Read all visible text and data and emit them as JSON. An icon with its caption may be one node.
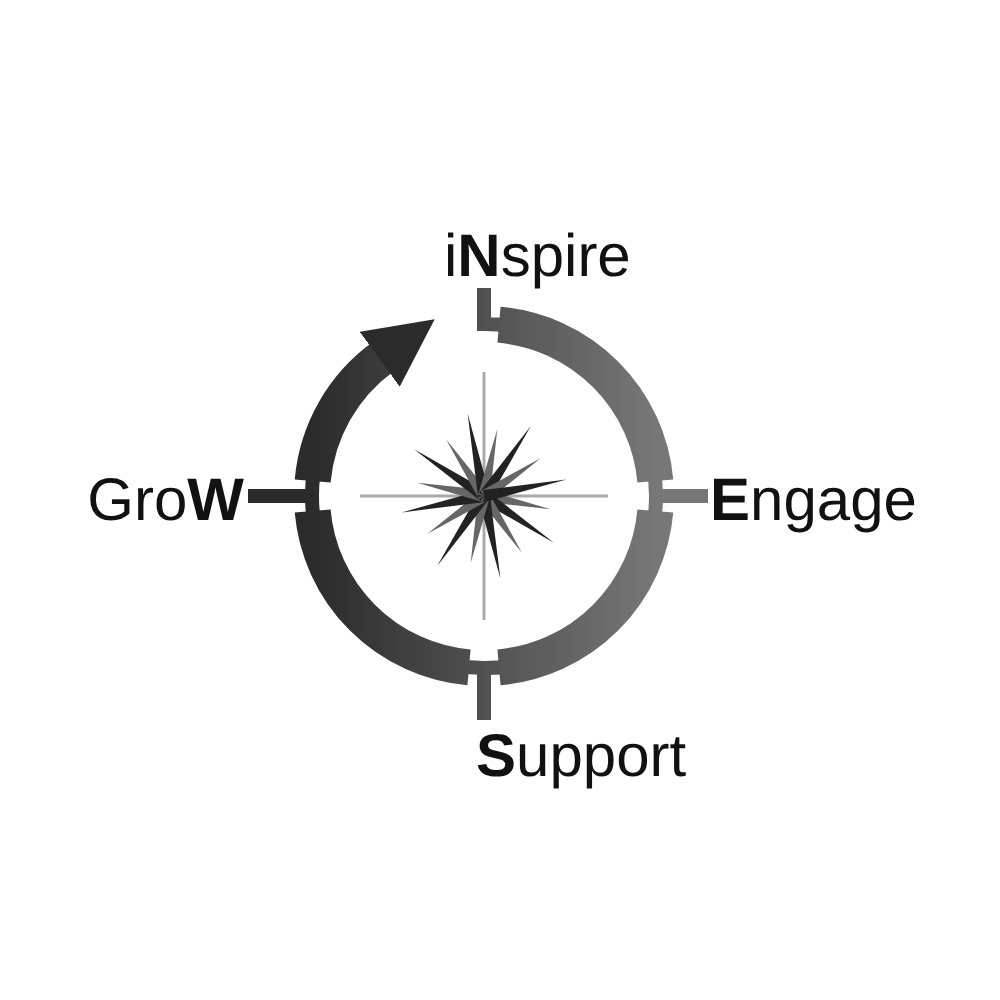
{
  "diagram": {
    "nodes": [
      {
        "text": [
          "i**N**spire"
        ]
      },
      {
        "text": [
          "**E**ngage"
        ]
      },
      {
        "text": [
          "**S**upport"
        ]
      },
      {
        "text": [
          "Gro**W**"
        ]
      }
    ],
    "edges": [
      {
        "from": 0,
        "to": 1,
        "arrow": "none"
      },
      {
        "from": 1,
        "to": 2,
        "arrow": "none"
      },
      {
        "from": 2,
        "to": 3,
        "arrow": "none"
      },
      {
        "from": 3,
        "to": 0,
        "arrow": "to"
      }
    ]
  }
}
